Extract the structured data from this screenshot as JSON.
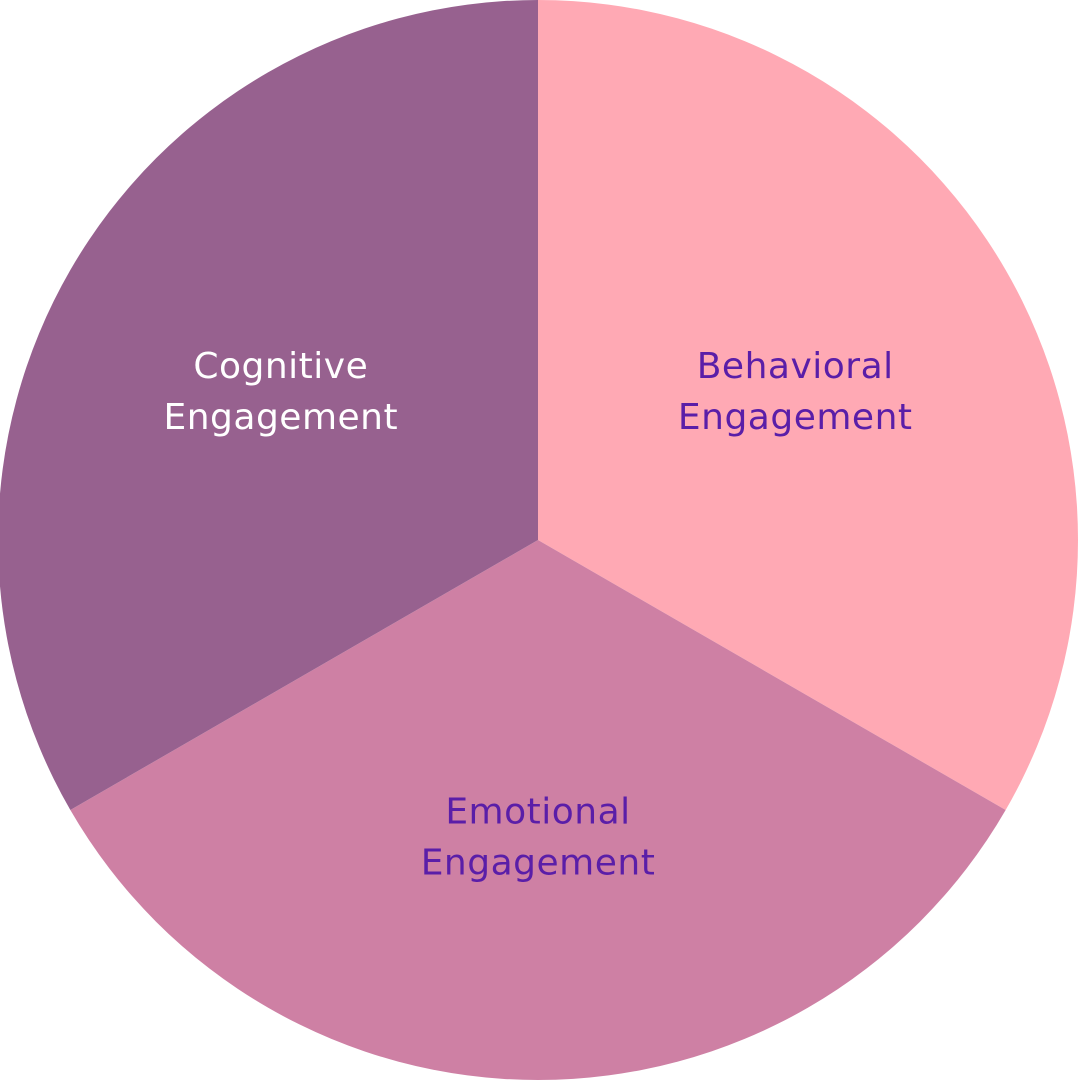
{
  "chart_data": {
    "type": "pie",
    "title": "",
    "start_angle_deg": 0,
    "direction": "clockwise",
    "legend": "none",
    "slices": [
      {
        "name": "behavioral",
        "label_lines": [
          "Behavioral",
          "Engagement"
        ],
        "value": 33.3333,
        "color": "#FFA9B4",
        "label_color": "#5A1EA8"
      },
      {
        "name": "emotional",
        "label_lines": [
          "Emotional",
          "Engagement"
        ],
        "value": 33.3333,
        "color": "#CE80A4",
        "label_color": "#5A1EA8"
      },
      {
        "name": "cognitive",
        "label_lines": [
          "Cognitive",
          "Engagement"
        ],
        "value": 33.3333,
        "color": "#97618F",
        "label_color": "#FFFFFF"
      }
    ]
  }
}
